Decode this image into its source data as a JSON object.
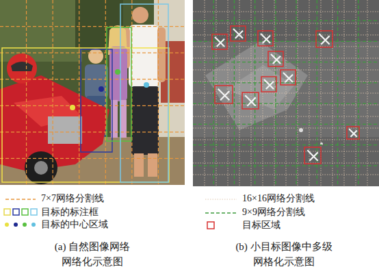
{
  "diagram": {
    "labels": [
      "(a) 自然图像网络 网络化示意图",
      "(b) 小目标图像中多级 网格化示意图"
    ],
    "legend": [
      {
        "text": "7×7网络分割线"
      },
      {
        "text": "目标的标注框"
      },
      {
        "text": "目标的中心区域"
      },
      {
        "text": "16×16网络分割线"
      },
      {
        "text": "9×9网络分割线"
      },
      {
        "text": "目标区域"
      }
    ]
  }
}
